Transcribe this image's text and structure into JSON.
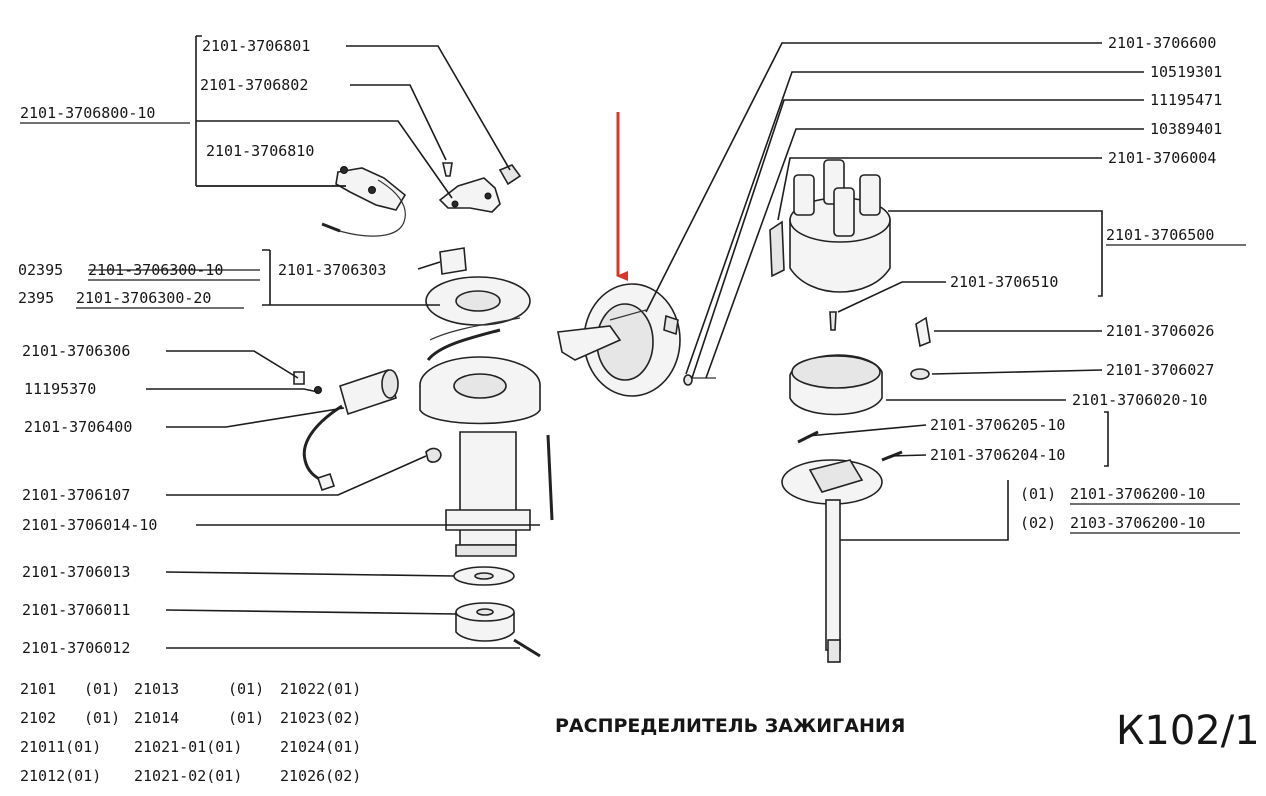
{
  "labels": {
    "p2101_3706801": "2101-3706801",
    "p2101_3706802": "2101-3706802",
    "p2101_3706800_10": "2101-3706800-10",
    "p2101_3706810": "2101-3706810",
    "p02395": "02395",
    "p2101_3706300_10": "2101-3706300-10",
    "p2395": "2395",
    "p2101_3706300_20": "2101-3706300-20",
    "p2101_3706303": "2101-3706303",
    "p2101_3706306": "2101-3706306",
    "p11195370": "11195370",
    "p2101_3706400": "2101-3706400",
    "p2101_3706107": "2101-3706107",
    "p2101_3706014_10": "2101-3706014-10",
    "p2101_3706013": "2101-3706013",
    "p2101_3706011": "2101-3706011",
    "p2101_3706012": "2101-3706012",
    "p2101_3706600": "2101-3706600",
    "p10519301": "10519301",
    "p11195471": "11195471",
    "p10389401": "10389401",
    "p2101_3706004": "2101-3706004",
    "p2101_3706500": "2101-3706500",
    "p2101_3706510": "2101-3706510",
    "p2101_3706026": "2101-3706026",
    "p2101_3706027": "2101-3706027",
    "p2101_3706020_10": "2101-3706020-10",
    "p2101_3706205_10": "2101-3706205-10",
    "p2101_3706204_10": "2101-3706204-10",
    "v01": "(01)",
    "p2101_3706200_10": "2101-3706200-10",
    "v02": "(02)",
    "p2103_3706200_10": "2103-3706200-10"
  },
  "applicability": [
    [
      "2101",
      "(01)",
      "21013",
      "(01)",
      "21022(01)"
    ],
    [
      "2102",
      "(01)",
      "21014",
      "(01)",
      "21023(02)"
    ],
    [
      "21011(01)",
      "",
      "21021-01(01)",
      "",
      "21024(01)"
    ],
    [
      "21012(01)",
      "",
      "21021-02(01)",
      "",
      "21026(02)"
    ]
  ],
  "title": "РАСПРЕДЕЛИТЕЛЬ ЗАЖИГАНИЯ",
  "page_code": "К102/1",
  "colors": {
    "ink": "#161616",
    "arrow": "#d8352b",
    "paper": "#ffffff"
  }
}
